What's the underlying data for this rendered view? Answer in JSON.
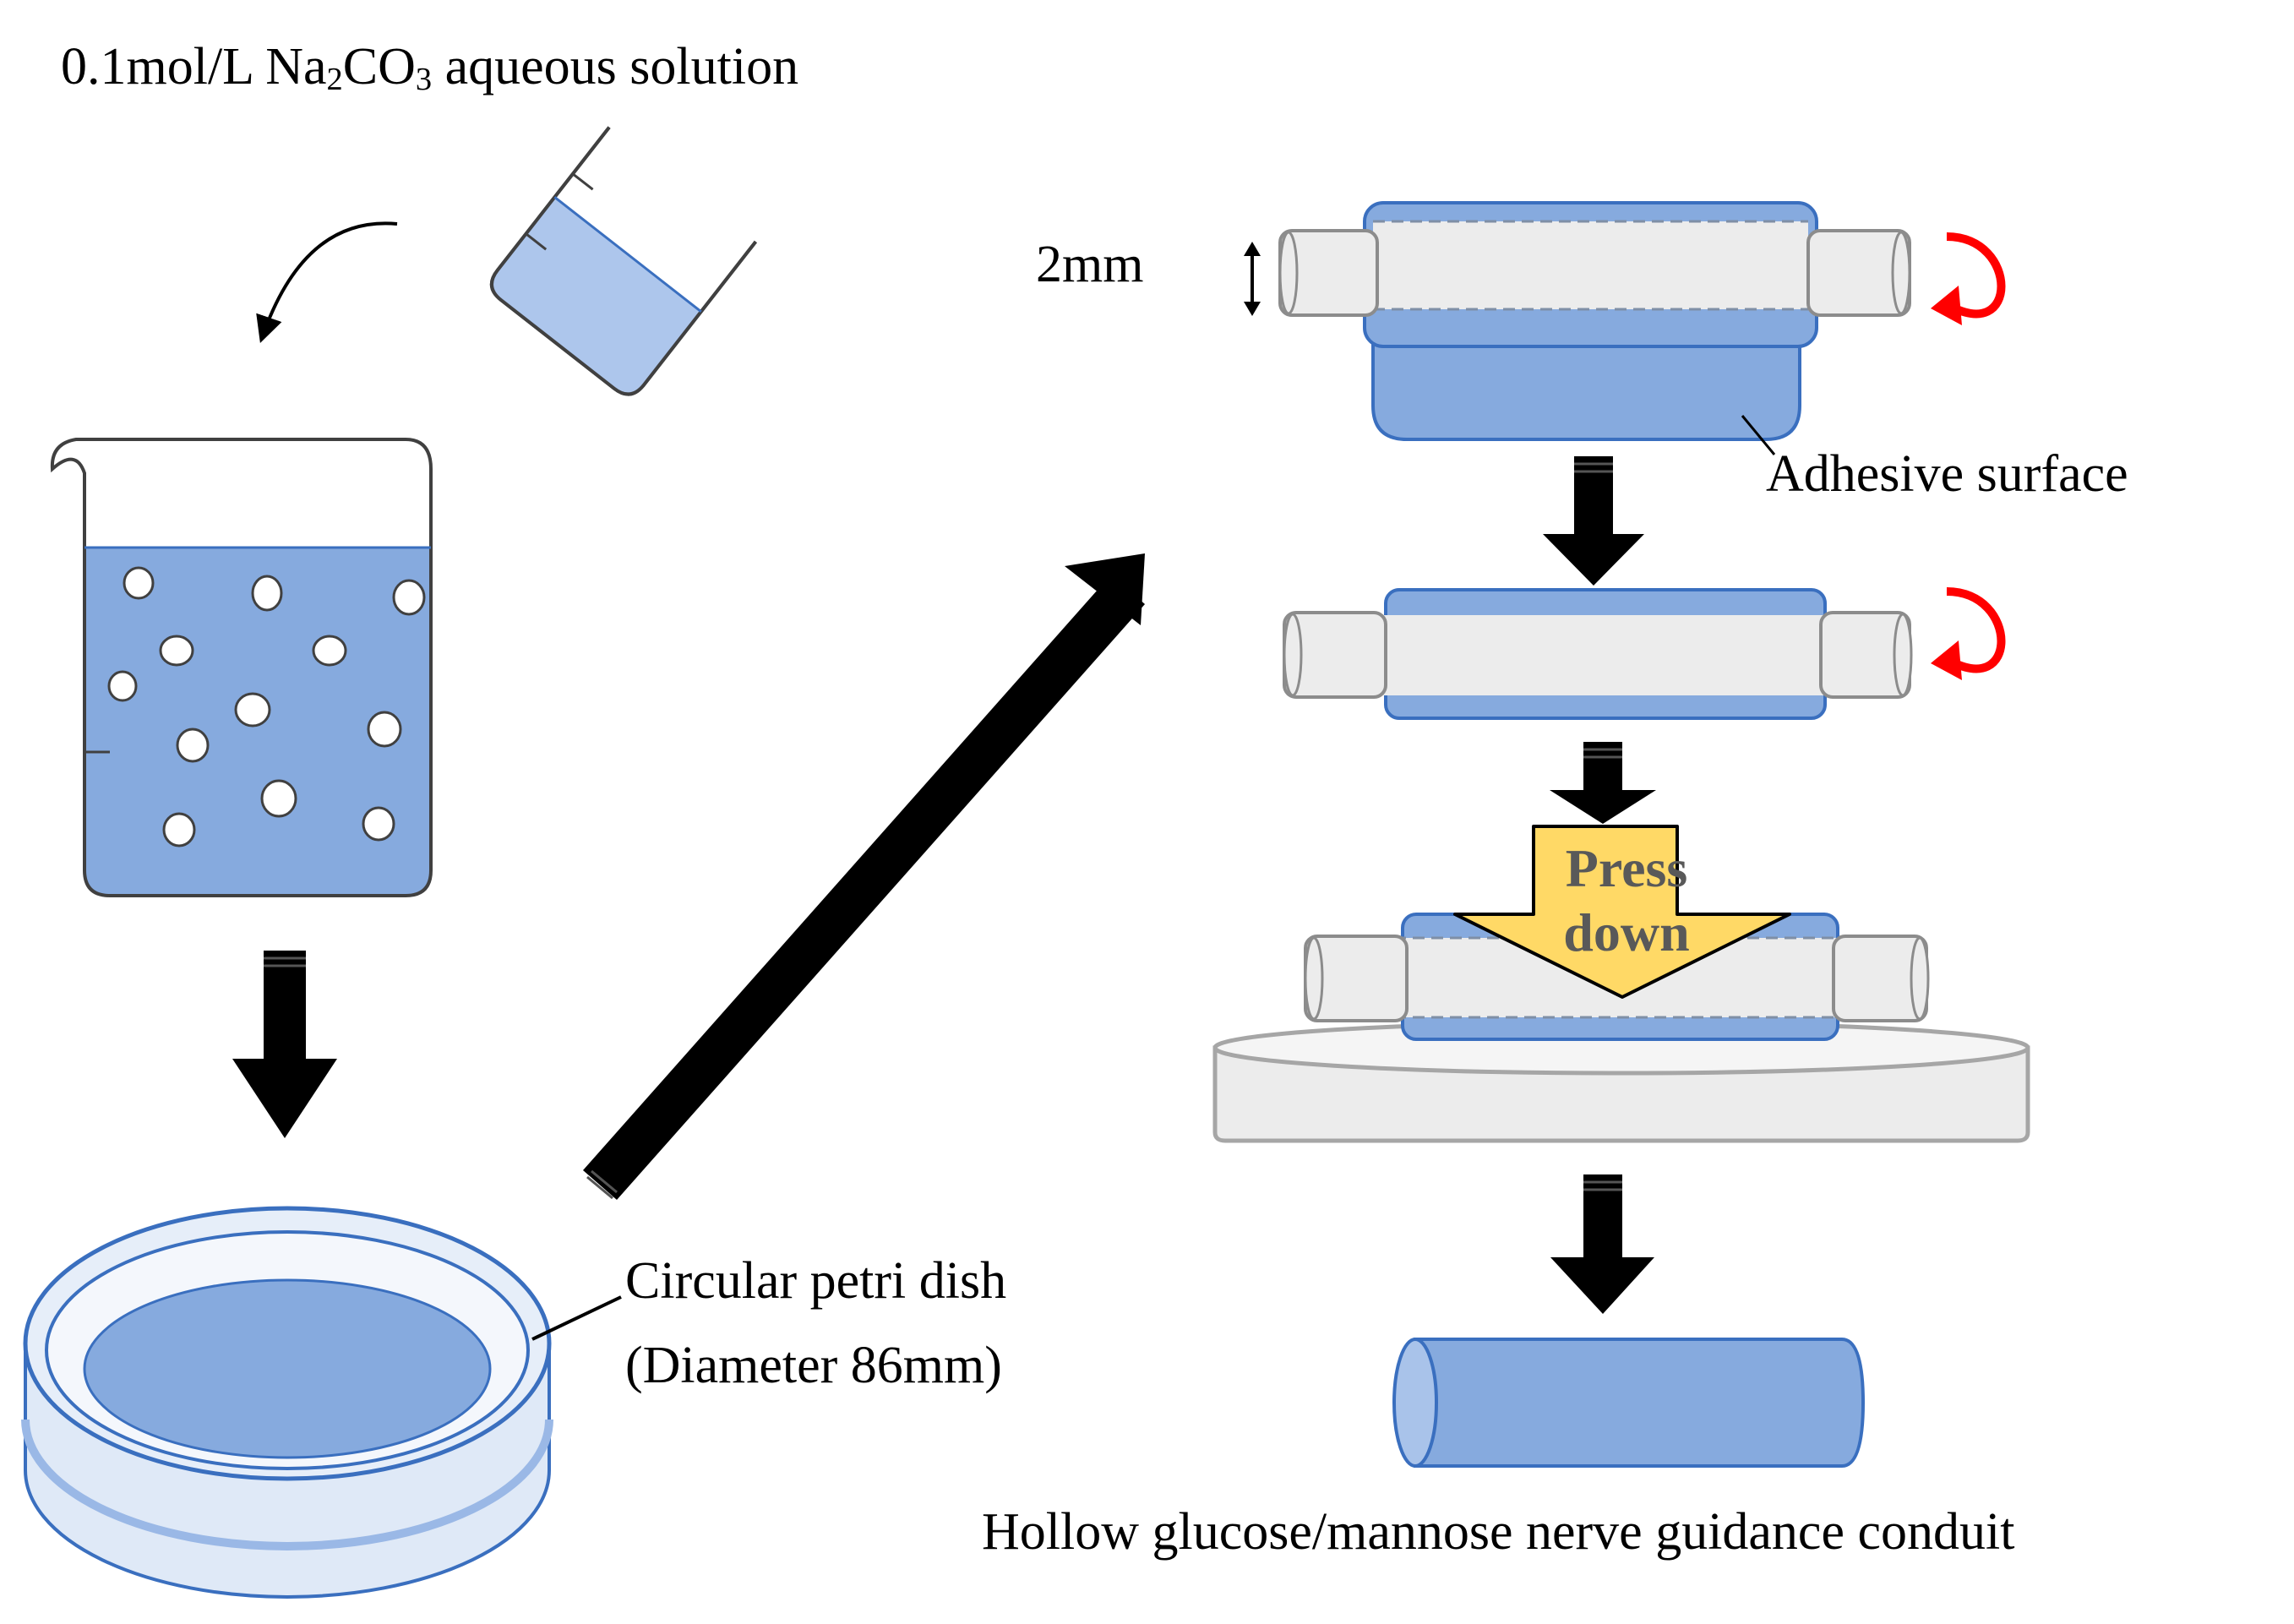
{
  "solution_label": {
    "prefix": "0.1mol/L Na",
    "sub1": "2",
    "mid": "CO",
    "sub2": "3",
    "suffix": " aqueous solution"
  },
  "petri_dish_label": {
    "line1": "Circular petri dish",
    "line2": "(Diameter 86mm)"
  },
  "thickness_label": "2mm",
  "adhesive_label": "Adhesive surface",
  "press_label": {
    "line1": "Press",
    "line2": "down"
  },
  "conduit_label": "Hollow glucose/mannose nerve guidance conduit",
  "colors": {
    "liquid": "#86aade",
    "liquid_edge": "#3a6fbf",
    "rod": "#ececec",
    "rod_edge": "#8c8c8c",
    "black": "#000000",
    "rotation": "#ff0000",
    "press_arrow": "#ffd966",
    "bubble": "#ffffff"
  }
}
